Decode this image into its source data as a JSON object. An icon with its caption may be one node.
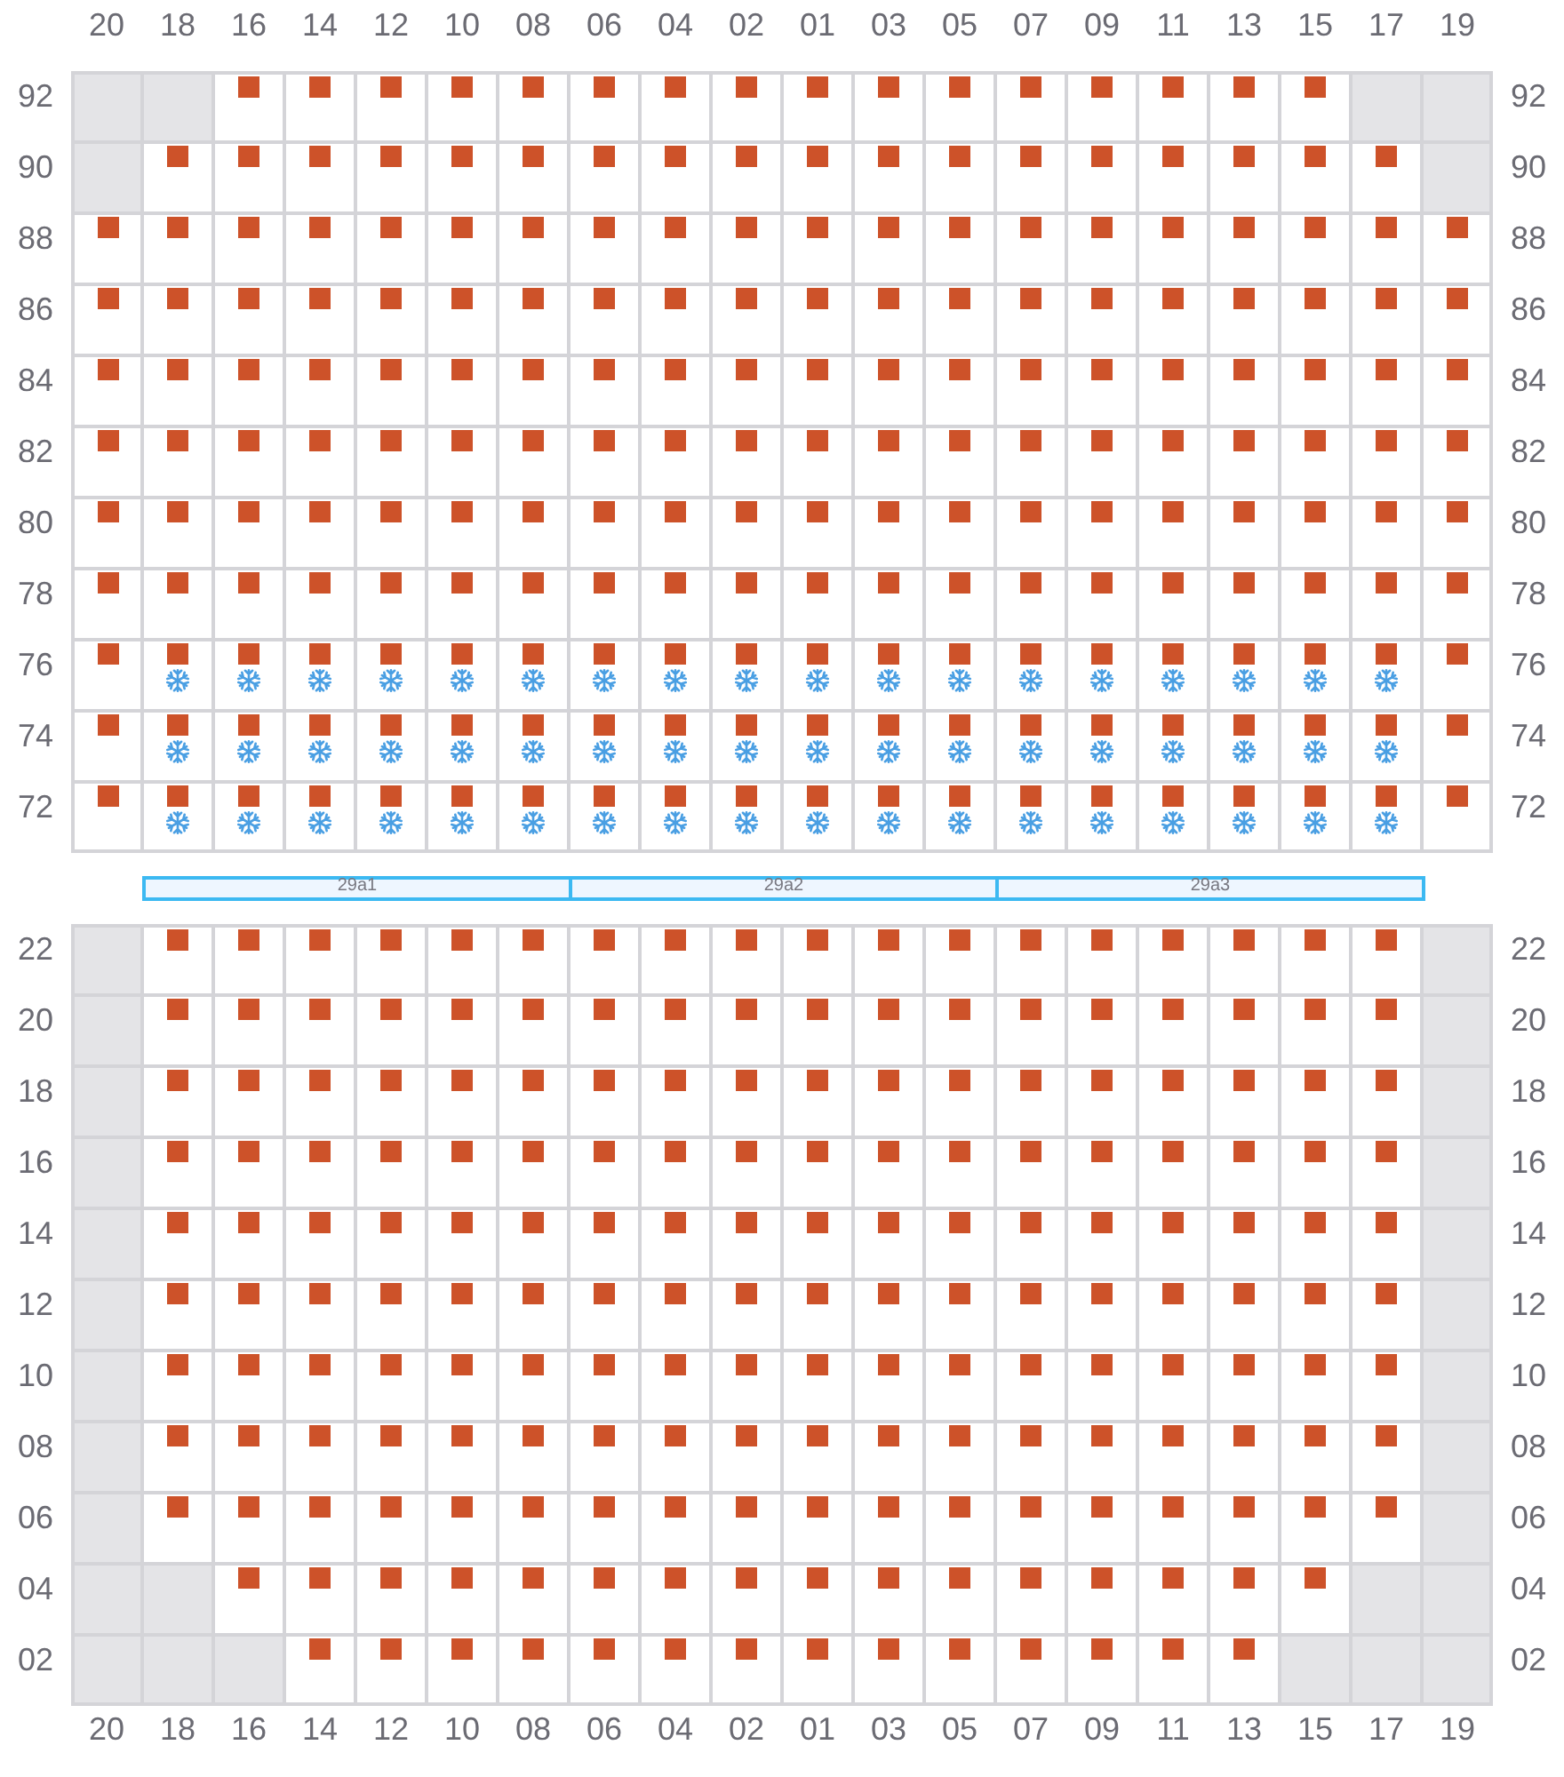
{
  "diagram": {
    "nodes": [
      {
        "text": [
          "29a1"
        ]
      },
      {
        "text": [
          "29a2"
        ]
      },
      {
        "text": [
          "29a3"
        ]
      }
    ],
    "labels": [
      "20",
      "18",
      "16",
      "14",
      "12",
      "10",
      "08",
      "06",
      "04",
      "02",
      "01",
      "03",
      "05",
      "07",
      "09",
      "11",
      "13",
      "15",
      "17",
      "19",
      "92",
      "92",
      "90",
      "90",
      "88",
      "88",
      "86",
      "86",
      "84",
      "84",
      "82",
      "82",
      "80",
      "80",
      "78",
      "78",
      "76",
      "76",
      "74",
      "74",
      "72",
      "72",
      "22",
      "22",
      "20",
      "20",
      "18",
      "18",
      "16",
      "16",
      "14",
      "14",
      "12",
      "12",
      "10",
      "10",
      "08",
      "08",
      "06",
      "06",
      "04",
      "04",
      "02",
      "02",
      "20",
      "18",
      "16",
      "14",
      "12",
      "10",
      "08",
      "06",
      "04",
      "02",
      "01",
      "03",
      "05",
      "07",
      "09",
      "11",
      "13",
      "15",
      "17",
      "19"
    ]
  }
}
